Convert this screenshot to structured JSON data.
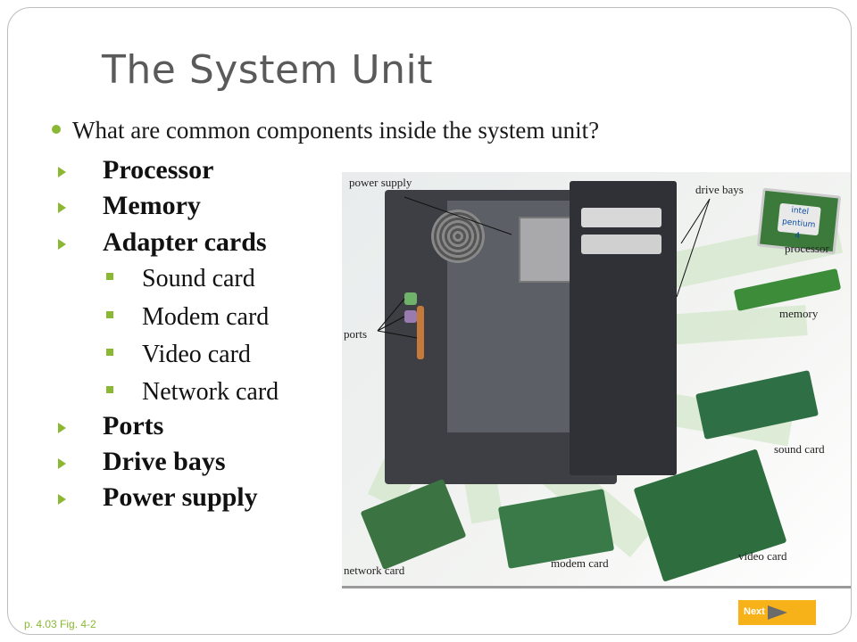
{
  "slide": {
    "title": "The System Unit",
    "question": "What are common components inside the system unit?",
    "bullets": [
      "Processor",
      "Memory",
      "Adapter cards"
    ],
    "subbullets": [
      "Sound card",
      "Modem card",
      "Video card",
      "Network card"
    ],
    "bullets2": [
      "Ports",
      "Drive bays",
      "Power supply"
    ]
  },
  "figure": {
    "labels": {
      "power_supply": "power supply",
      "drive_bays": "drive bays",
      "processor": "processor",
      "memory": "memory",
      "ports": "ports",
      "sound_card": "sound card",
      "video_card": "video card",
      "modem_card": "modem card",
      "network_card": "network card"
    },
    "chip_text": [
      "intel",
      "pentium 4"
    ]
  },
  "footer": {
    "reference": "p. 4.03 Fig. 4-2",
    "next_label": "Next"
  },
  "colors": {
    "accent": "#8ab832",
    "title": "#5a5a5a",
    "next_button": "#f7b21a"
  }
}
